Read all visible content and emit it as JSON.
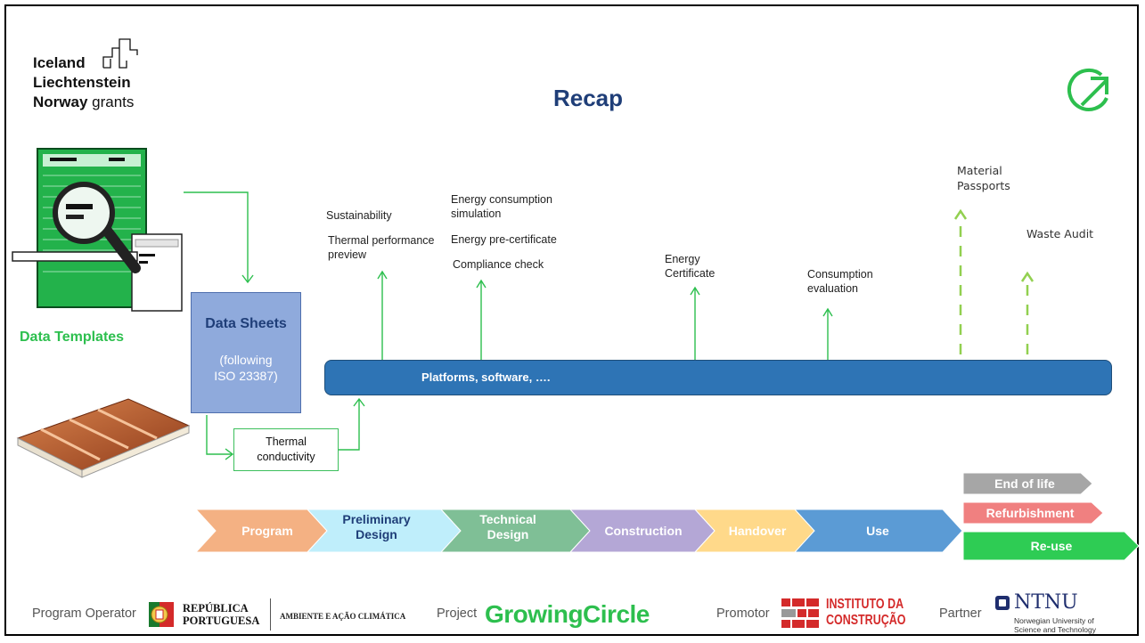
{
  "logo": {
    "line1": "Iceland",
    "line2": "Liechtenstein",
    "line3_bold": "Norway",
    "line3_light": "grants"
  },
  "title": "Recap",
  "left": {
    "data_templates": "Data Templates",
    "data_sheets_title": "Data Sheets",
    "data_sheets_line1": "(following",
    "data_sheets_line2": "ISO 23387)",
    "thermal_line1": "Thermal",
    "thermal_line2": "conductivity"
  },
  "platform_label": "Platforms, software, ….",
  "outputs": {
    "sustainability": "Sustainability",
    "thermal_perf_1": "Thermal performance",
    "thermal_perf_2": "preview",
    "energy_sim_1": "Energy consumption",
    "energy_sim_2": "simulation",
    "energy_pre": "Energy pre-certificate",
    "compliance": "Compliance check",
    "energy_cert_1": "Energy",
    "energy_cert_2": "Certificate",
    "consumption_1": "Consumption",
    "consumption_2": "evaluation",
    "material_1": "Material",
    "material_2": "Passports",
    "waste_audit": "Waste Audit"
  },
  "phases": [
    {
      "label": "Program",
      "fill": "#f4b183",
      "text": "#ffffff"
    },
    {
      "label": "Preliminary Design",
      "fill": "#bfeefb",
      "text": "#1f3e78"
    },
    {
      "label": "Technical Design",
      "fill": "#7fbf96",
      "text": "#ffffff"
    },
    {
      "label": "Construction",
      "fill": "#b4a7d6",
      "text": "#ffffff"
    },
    {
      "label": "Handover",
      "fill": "#ffd98a",
      "text": "#ffffff"
    },
    {
      "label": "Use",
      "fill": "#5b9bd5",
      "text": "#ffffff"
    }
  ],
  "end_phases": [
    {
      "label": "End of life",
      "fill": "#a6a6a6"
    },
    {
      "label": "Refurbishment",
      "fill": "#f08080"
    },
    {
      "label": "Re-use",
      "fill": "#2ecc54"
    }
  ],
  "footer": {
    "program_operator": "Program Operator",
    "republica_1": "REPÚBLICA",
    "republica_2": "PORTUGUESA",
    "ambiente": "AMBIENTE E AÇÃO CLIMÁTICA",
    "project": "Project",
    "growingcircle": "GrowingCircle",
    "promotor": "Promotor",
    "instituto_1": "INSTITUTO DA",
    "instituto_2": "CONSTRUÇÃO",
    "partner": "Partner",
    "ntnu": "NTNU",
    "ntnu_sub1": "Norwegian University of",
    "ntnu_sub2": "Science and Technology"
  },
  "colors": {
    "green": "#2dbf4e",
    "navy": "#1f3e78",
    "platform": "#2e74b5"
  }
}
